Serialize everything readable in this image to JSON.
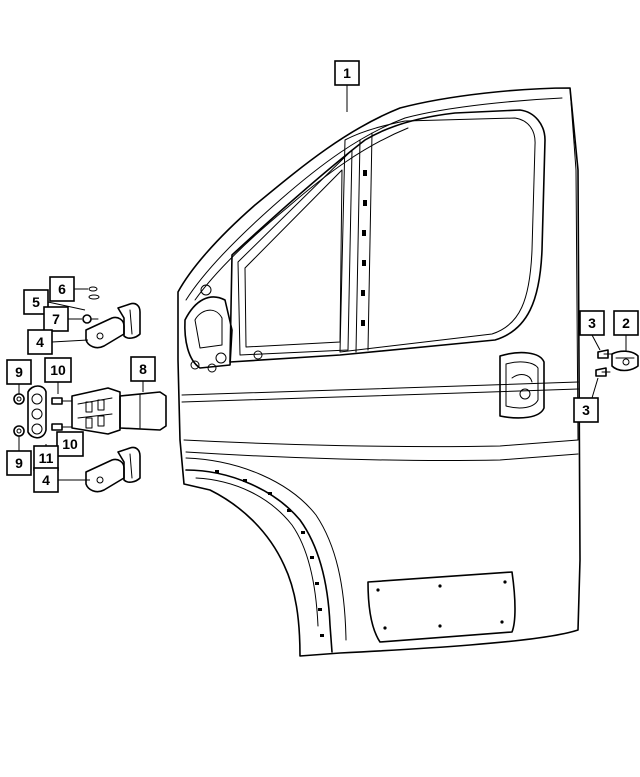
{
  "callouts": {
    "c1": "1",
    "c2": "2",
    "c3a": "3",
    "c3b": "3",
    "c4a": "4",
    "c4b": "4",
    "c5": "5",
    "c6": "6",
    "c7": "7",
    "c8": "8",
    "c9a": "9",
    "c9b": "9",
    "c10a": "10",
    "c10b": "10",
    "c11": "11"
  },
  "colors": {
    "line": "#000000",
    "background": "#ffffff"
  }
}
